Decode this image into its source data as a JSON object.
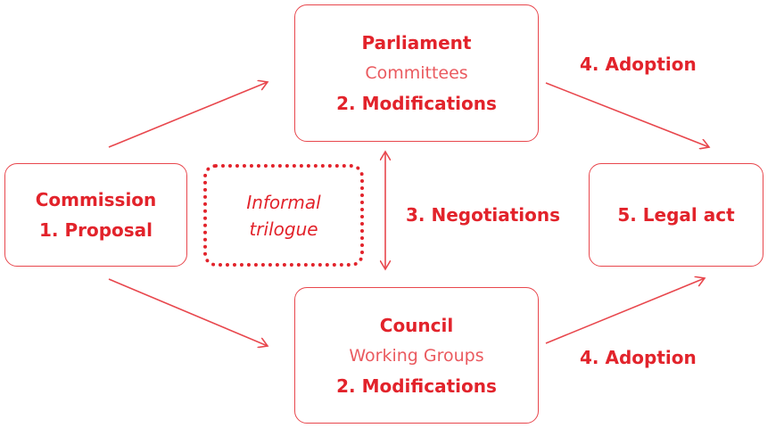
{
  "commission": {
    "title": "Commission",
    "step": "1. Proposal"
  },
  "parliament": {
    "title": "Parliament",
    "body": "Committees",
    "step": "2. Modifications"
  },
  "council": {
    "title": "Council",
    "body": "Working Groups",
    "step": "2. Modifications"
  },
  "legal_act": {
    "step": "5. Legal act"
  },
  "trilogue": {
    "line1": "Informal",
    "line2": "trilogue"
  },
  "labels": {
    "adoption_top": "4. Adoption",
    "adoption_bottom": "4. Adoption",
    "negotiations": "3. Negotiations"
  },
  "colors": {
    "accent": "#e2232b"
  }
}
